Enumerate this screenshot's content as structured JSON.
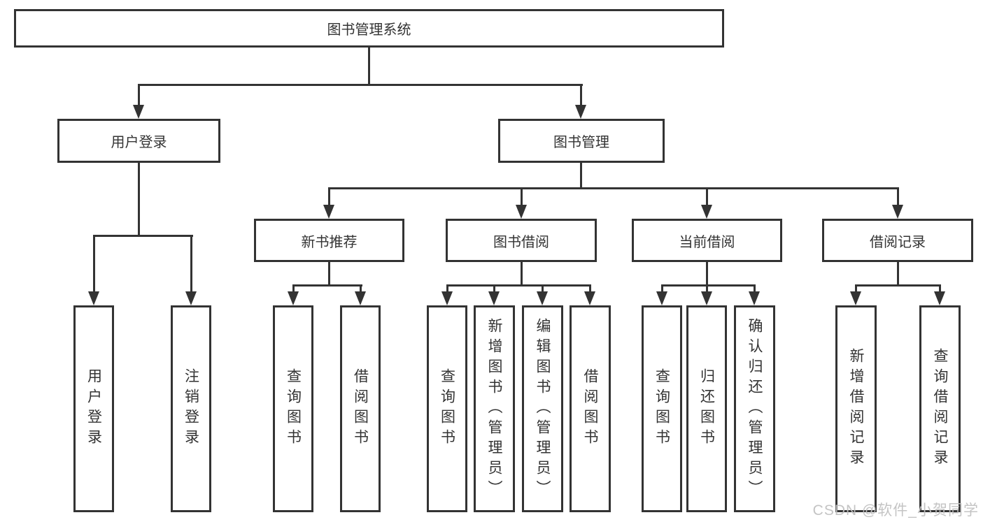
{
  "title": "图书管理系统",
  "watermark": "CSDN @软件_小贺同学",
  "colors": {
    "line": "#333333",
    "box_border": "#333333",
    "text": "#333333",
    "background": "#ffffff",
    "watermark": "#c1c1c1"
  },
  "tree": {
    "label": "图书管理系统",
    "children": [
      {
        "label": "用户登录",
        "children": [
          {
            "label": "用户登录"
          },
          {
            "label": "注销登录"
          }
        ]
      },
      {
        "label": "图书管理",
        "children": [
          {
            "label": "新书推荐",
            "children": [
              {
                "label": "查询图书"
              },
              {
                "label": "借阅图书"
              }
            ]
          },
          {
            "label": "图书借阅",
            "children": [
              {
                "label": "查询图书"
              },
              {
                "label": "新增图书（管理员）"
              },
              {
                "label": "编辑图书（管理员）"
              },
              {
                "label": "借阅图书"
              }
            ]
          },
          {
            "label": "当前借阅",
            "children": [
              {
                "label": "查询图书"
              },
              {
                "label": "归还图书"
              },
              {
                "label": "确认归还（管理员）"
              }
            ]
          },
          {
            "label": "借阅记录",
            "children": [
              {
                "label": "新增借阅记录"
              },
              {
                "label": "查询借阅记录"
              }
            ]
          }
        ]
      }
    ]
  }
}
